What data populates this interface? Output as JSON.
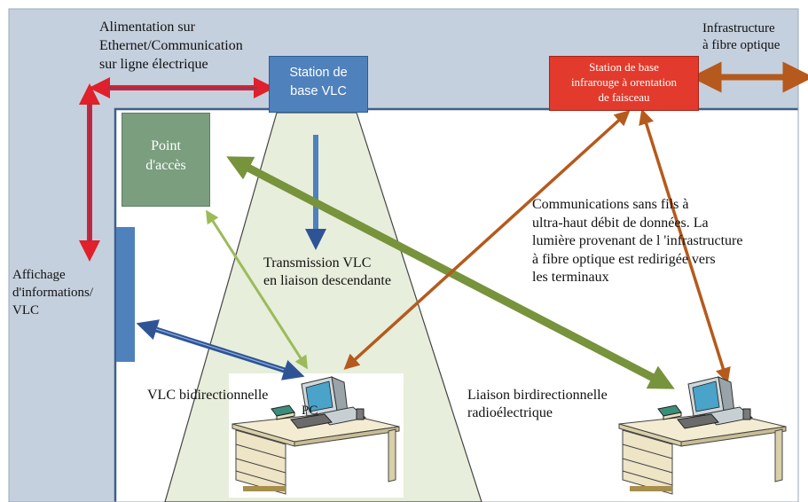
{
  "labels": {
    "power_comm": [
      "Alimentation sur",
      "Ethernet/Communication",
      "sur ligne électrique"
    ],
    "fiber_infra": [
      "Infrastructure",
      "à fibre optique"
    ],
    "vlc_station": [
      "Station de",
      "base VLC"
    ],
    "ir_station": [
      "Station de base",
      "infrarouge à orentation",
      "de faisceau"
    ],
    "access_point": [
      "Point",
      "d'accès"
    ],
    "display": [
      "Affichage",
      "d'informations/",
      "VLC"
    ],
    "vlc_downlink": [
      "Transmission VLC",
      "en liaison descendante"
    ],
    "wireless_comm": [
      "Communications sans fils à",
      "ultra-haut débit de données. La",
      "lumière provenant de l  'infrastructure",
      "à fibre optique est redirigée vers",
      "les terminaux"
    ],
    "vlc_bidir": "VLC bidirectionnelle",
    "pc": "PC",
    "radio_link": [
      "Liaison birdirectionnelle",
      "radioélectrique"
    ]
  },
  "colors": {
    "ceiling_band": "#c5d0de",
    "vlc_blue": "#4f81bd",
    "ir_red": "#e23a2c",
    "access_green": "#7a9e7e",
    "arrow_green": "#77933c",
    "arrow_brown": "#b55a1c",
    "arrow_blue": "#2f5496",
    "arrow_red": "#e0202a",
    "light_cone": "#e7eedb"
  },
  "icons": [
    "desk-computer-icon"
  ]
}
